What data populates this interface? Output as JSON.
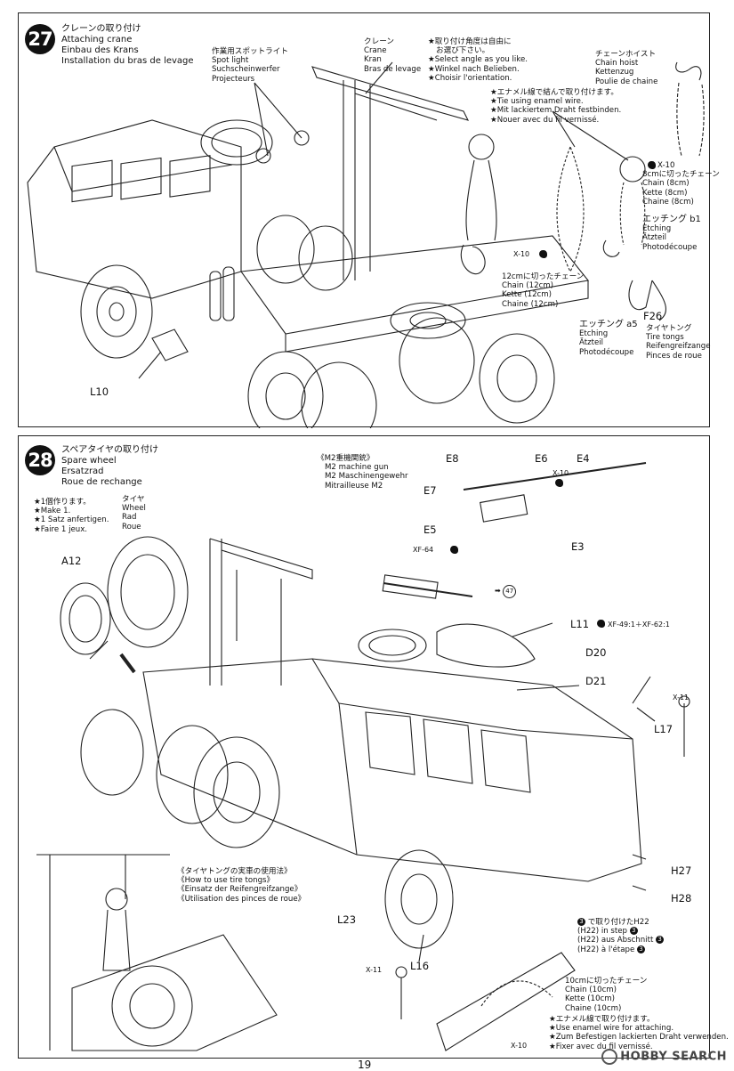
{
  "step27": {
    "number": "27",
    "title_ja": "クレーンの取り付け",
    "title_en": "Attaching crane",
    "title_de": "Einbau des Krans",
    "title_fr": "Installation du bras de levage",
    "spotlight": {
      "ja": "作業用スポットライト",
      "en": "Spot light",
      "de": "Suchscheinwerfer",
      "fr": "Projecteurs"
    },
    "crane": {
      "ja": "クレーン",
      "en": "Crane",
      "de": "Kran",
      "fr": "Bras de levage"
    },
    "angle_note": {
      "ja1": "★取り付け角度は自由に",
      "ja2": "お選び下さい。",
      "en": "★Select angle as you like.",
      "de": "★Winkel nach Belieben.",
      "fr": "★Choisir l'orientation."
    },
    "enamel_note": {
      "ja": "★エナメル線で結んで取り付けます。",
      "en": "★Tie using enamel wire.",
      "de": "★Mit lackiertem Draht festbinden.",
      "fr": "★Nouer avec du fil vernissé."
    },
    "chain_hoist": {
      "ja": "チェーンホイスト",
      "en": "Chain hoist",
      "de": "Kettenzug",
      "fr": "Poulie de chaine"
    },
    "chain8": {
      "code": "X-10",
      "ja": "8cmに切ったチェーン",
      "en": "Chain (8cm)",
      "de": "Kette (8cm)",
      "fr": "Chaine (8cm)"
    },
    "etching_b1": {
      "ja": "エッチング b1",
      "en": "Etching",
      "de": "Ätzteil",
      "fr": "Photodécoupe"
    },
    "chain12": {
      "code": "X-10",
      "ja": "12cmに切ったチェーン",
      "en": "Chain (12cm)",
      "de": "Kette (12cm)",
      "fr": "Chaine (12cm)"
    },
    "etching_a5": {
      "ja": "エッチング a5",
      "en": "Etching",
      "de": "Ätzteil",
      "fr": "Photodécoupe"
    },
    "tongs": {
      "part": "F26",
      "ja": "タイヤトング",
      "en": "Tire tongs",
      "de": "Reifengreifzange",
      "fr": "Pinces de roue"
    },
    "part_l10": "L10"
  },
  "step28": {
    "number": "28",
    "title_ja": "スペアタイヤの取り付け",
    "title_en": "Spare wheel",
    "title_de": "Ersatzrad",
    "title_fr": "Roue de rechange",
    "make1": {
      "ja": "★1個作ります。",
      "en": "★Make 1.",
      "de": "★1 Satz anfertigen.",
      "fr": "★Faire 1 jeux."
    },
    "wheel": {
      "ja": "タイヤ",
      "en": "Wheel",
      "de": "Rad",
      "fr": "Roue"
    },
    "part_a12": "A12",
    "mg": {
      "ja": "《M2重機関銃》",
      "en": "M2 machine gun",
      "de": "M2 Maschinengewehr",
      "fr": "Mitrailleuse M2"
    },
    "parts": {
      "e8": "E8",
      "e6": "E6",
      "e4": "E4",
      "e7": "E7",
      "e5": "E5",
      "e3": "E3",
      "l11": "L11",
      "d20": "D20",
      "d21": "D21",
      "l17": "L17",
      "h27": "H27",
      "h28": "H28",
      "l23": "L23",
      "l16": "L16"
    },
    "paint": {
      "x10": "X-10",
      "xf64": "XF-64",
      "mix": "XF-49:1＋XF-62:1",
      "x11": "X-11",
      "x11b": "X-11",
      "x10b": "X-10"
    },
    "step_ref": "47",
    "tongs_use": {
      "ja": "《タイヤトングの実車の使用法》",
      "en": "《How to use tire tongs》",
      "de": "《Einsatz der Reifengreifzange》",
      "fr": "《Utilisation des pinces de roue》"
    },
    "h22": {
      "ja": "で取り付けたH22",
      "en": "(H22) in step",
      "de": "(H22) aus Abschnitt",
      "fr": "(H22) à l'étape",
      "step": "3"
    },
    "chain10": {
      "ja": "10cmに切ったチェーン",
      "en": "Chain (10cm)",
      "de": "Kette (10cm)",
      "fr": "Chaine (10cm)"
    },
    "enamel_attach": {
      "ja": "★エナメル線で取り付けます。",
      "en": "★Use enamel wire for attaching.",
      "de": "★Zum Befestigen lackierten Draht verwenden.",
      "fr": "★Fixer avec du fil vernissé."
    }
  },
  "page_number": "19",
  "watermark": "HOBBY SEARCH"
}
